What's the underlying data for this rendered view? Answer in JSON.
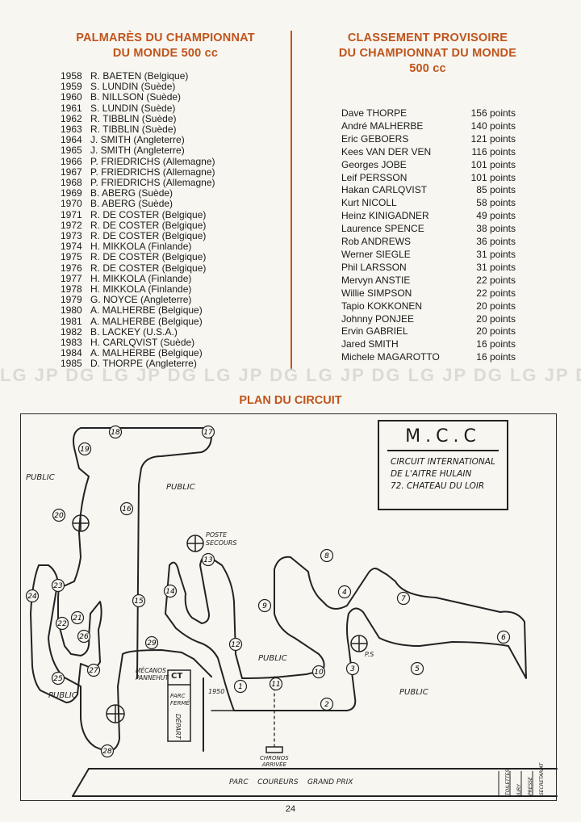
{
  "palmares": {
    "title_line1": "PALMARÈS DU CHAMPIONNAT",
    "title_line2": "DU MONDE 500 cc",
    "entries": [
      {
        "year": "1958",
        "name": "R. BAETEN (Belgique)"
      },
      {
        "year": "1959",
        "name": "S. LUNDIN (Suède)"
      },
      {
        "year": "1960",
        "name": "B. NILLSON (Suède)"
      },
      {
        "year": "1961",
        "name": "S. LUNDIN (Suède)"
      },
      {
        "year": "1962",
        "name": "R. TIBBLIN (Suède)"
      },
      {
        "year": "1963",
        "name": "R. TIBBLIN (Suède)"
      },
      {
        "year": "1964",
        "name": "J. SMITH (Angleterre)"
      },
      {
        "year": "1965",
        "name": "J. SMITH (Angleterre)"
      },
      {
        "year": "1966",
        "name": "P. FRIEDRICHS (Allemagne)"
      },
      {
        "year": "1967",
        "name": "P. FRIEDRICHS (Allemagne)"
      },
      {
        "year": "1968",
        "name": "P. FRIEDRICHS (Allemagne)"
      },
      {
        "year": "1969",
        "name": "B. ABERG (Suède)"
      },
      {
        "year": "1970",
        "name": "B. ABERG (Suède)"
      },
      {
        "year": "1971",
        "name": "R. DE COSTER (Belgique)"
      },
      {
        "year": "1972",
        "name": "R. DE COSTER (Belgique)"
      },
      {
        "year": "1973",
        "name": "R. DE COSTER (Belgique)"
      },
      {
        "year": "1974",
        "name": "H. MIKKOLA (Finlande)"
      },
      {
        "year": "1975",
        "name": "R. DE COSTER (Belgique)"
      },
      {
        "year": "1976",
        "name": "R. DE COSTER (Belgique)"
      },
      {
        "year": "1977",
        "name": "H. MIKKOLA (Finlande)"
      },
      {
        "year": "1978",
        "name": "H. MIKKOLA (Finlande)"
      },
      {
        "year": "1979",
        "name": "G. NOYCE (Angleterre)"
      },
      {
        "year": "1980",
        "name": "A. MALHERBE (Belgique)"
      },
      {
        "year": "1981",
        "name": "A. MALHERBE (Belgique)"
      },
      {
        "year": "1982",
        "name": "B. LACKEY (U.S.A.)"
      },
      {
        "year": "1983",
        "name": "H. CARLQVIST (Suède)"
      },
      {
        "year": "1984",
        "name": "A. MALHERBE (Belgique)"
      },
      {
        "year": "1985",
        "name": "D. THORPE (Angleterre)"
      }
    ]
  },
  "classement": {
    "title_line1": "CLASSEMENT PROVISOIRE",
    "title_line2": "DU CHAMPIONNAT DU MONDE",
    "title_line3": "500 cc",
    "entries": [
      {
        "name": "Dave THORPE",
        "points": "156 points"
      },
      {
        "name": "André MALHERBE",
        "points": "140 points"
      },
      {
        "name": "Eric GEBOERS",
        "points": "121 points"
      },
      {
        "name": "Kees VAN DER VEN",
        "points": "116 points"
      },
      {
        "name": "Georges JOBE",
        "points": "101 points"
      },
      {
        "name": "Leif PERSSON",
        "points": "101 points"
      },
      {
        "name": "Hakan CARLQVIST",
        "points": "85 points"
      },
      {
        "name": "Kurt NICOLL",
        "points": "58 points"
      },
      {
        "name": "Heinz KINIGADNER",
        "points": "49 points"
      },
      {
        "name": "Laurence SPENCE",
        "points": "38 points"
      },
      {
        "name": "Rob ANDREWS",
        "points": "36 points"
      },
      {
        "name": "Werner SIEGLE",
        "points": "31 points"
      },
      {
        "name": "Phil LARSSON",
        "points": "31 points"
      },
      {
        "name": "Mervyn ANSTIE",
        "points": "22 points"
      },
      {
        "name": "Willie SIMPSON",
        "points": "22 points"
      },
      {
        "name": "Tapio KOKKONEN",
        "points": "20 points"
      },
      {
        "name": "Johnny PONJEE",
        "points": "20 points"
      },
      {
        "name": "Ervin GABRIEL",
        "points": "20 points"
      },
      {
        "name": "Jared SMITH",
        "points": "16 points"
      },
      {
        "name": "Michele MAGAROTTO",
        "points": "16 points"
      }
    ]
  },
  "watermark": "LG JP DG",
  "plan": {
    "title": "PLAN DU CIRCUIT",
    "mcc_box": {
      "heading": "M.C.C",
      "line1": "CIRCUIT INTERNATIONAL",
      "line2": "DE L'AITRE HULAIN",
      "line3": "72. CHATEAU DU LOIR"
    },
    "labels": {
      "public": "PUBLIC",
      "poste_secours_1": "POSTE",
      "poste_secours_2": "SECOURS",
      "mecanos_1": "MÉCANOS",
      "mecanos_2": "PANNEHUT",
      "ct": "CT",
      "parc_ferme_1": "PARC",
      "parc_ferme_2": "FERMÉ",
      "depart": "DÉPART",
      "ps": "P.S",
      "chronos_1": "CHRONOS",
      "chronos_2": "ARRIVÉE",
      "distance": "1950",
      "parc_coureurs": "PARC    COUREURS    GRAND PRIX",
      "toilettes": "TOILETTES",
      "jury": "JURY",
      "presse": "PRESSE",
      "secretariat": "SECRETARIAT"
    },
    "markers": [
      "1",
      "2",
      "3",
      "4",
      "5",
      "6",
      "7",
      "8",
      "9",
      "10",
      "11",
      "12",
      "13",
      "14",
      "15",
      "16",
      "17",
      "18",
      "19",
      "20",
      "21",
      "22",
      "23",
      "24",
      "25",
      "26",
      "27",
      "28",
      "29"
    ]
  },
  "page_number": "24",
  "colors": {
    "accent": "#c0541b",
    "ink": "#1a1a1a",
    "paper": "#f7f6f1"
  }
}
